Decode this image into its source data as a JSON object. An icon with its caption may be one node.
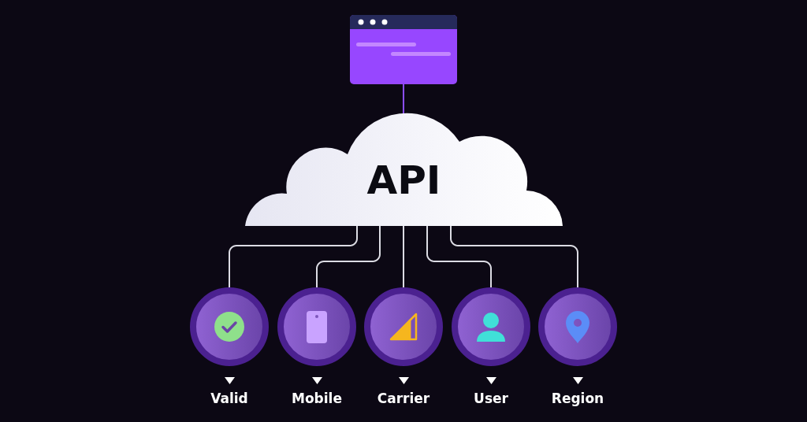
{
  "diagram": {
    "nodes": [
      {
        "text": [],
        "shape": "picture"
      },
      {
        "text": [
          "API"
        ]
      },
      {
        "text": [],
        "shape": "circle",
        "beside": [
          "Valid"
        ]
      },
      {
        "text": [],
        "shape": "circle",
        "beside": [
          "Mobile"
        ]
      },
      {
        "text": [],
        "shape": "circle",
        "beside": [
          "Carrier"
        ]
      },
      {
        "text": [],
        "shape": "circle",
        "beside": [
          "User"
        ]
      },
      {
        "text": [],
        "shape": "circle",
        "beside": [
          "Region"
        ]
      }
    ],
    "edges": [
      {
        "from": 0,
        "to": 1,
        "arrow": "none",
        "color": "#8b4dff"
      },
      {
        "from": 1,
        "to": 2,
        "arrow": "none"
      },
      {
        "from": 1,
        "to": 3,
        "arrow": "none"
      },
      {
        "from": 1,
        "to": 4,
        "arrow": "none"
      },
      {
        "from": 1,
        "to": 5,
        "arrow": "none"
      },
      {
        "from": 1,
        "to": 6,
        "arrow": "none"
      }
    ]
  }
}
